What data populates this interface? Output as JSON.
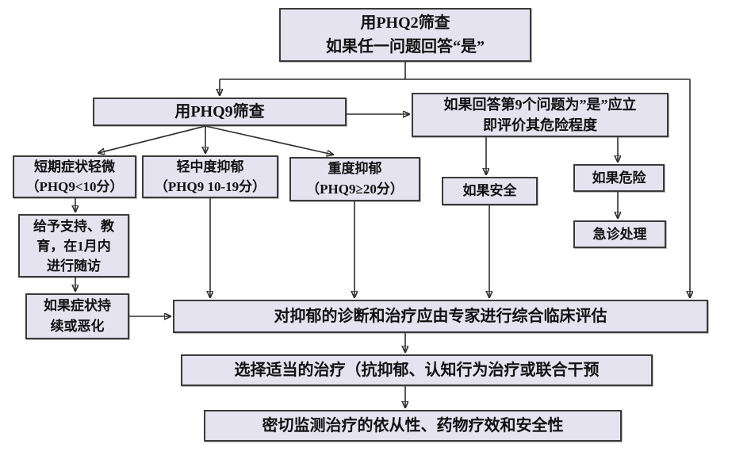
{
  "diagram": {
    "kind": "flowchart",
    "topic": "PHQ depression screening and treatment pathway",
    "colors": {
      "background": "#ffffff",
      "node_fill": "#e5e3ef",
      "node_border": "#3a3a3a",
      "connector": "#2e2e2e",
      "text": "#111111"
    },
    "nodes": {
      "phq2": {
        "text": "用PHQ2筛查\n如果任一问题回答“是”"
      },
      "phq9": {
        "text": "用PHQ9筛查"
      },
      "q9_risk": {
        "text": "如果回答第9个问题为”是”应立\n即评价其危险程度"
      },
      "mild": {
        "text": "短期症状轻微\n（PHQ9<10分）"
      },
      "moderate": {
        "text": "轻中度抑郁\n（PHQ9 10-19分）"
      },
      "severe": {
        "text": "重度抑郁\n（PHQ9≥20分）"
      },
      "safe": {
        "text": "如果安全"
      },
      "danger": {
        "text": "如果危险"
      },
      "emergency": {
        "text": "急诊处理"
      },
      "support": {
        "text": "给予支持、教\n育，在1月内\n进行随访"
      },
      "persist": {
        "text": "如果症状持\n续或恶化"
      },
      "evaluate": {
        "text": "对抑郁的诊断和治疗应由专家进行综合临床评估"
      },
      "treatment": {
        "text": "选择适当的治疗（抗抑郁、认知行为治疗或联合干预"
      },
      "monitor": {
        "text": "密切监测治疗的依从性、药物疗效和安全性"
      }
    }
  }
}
